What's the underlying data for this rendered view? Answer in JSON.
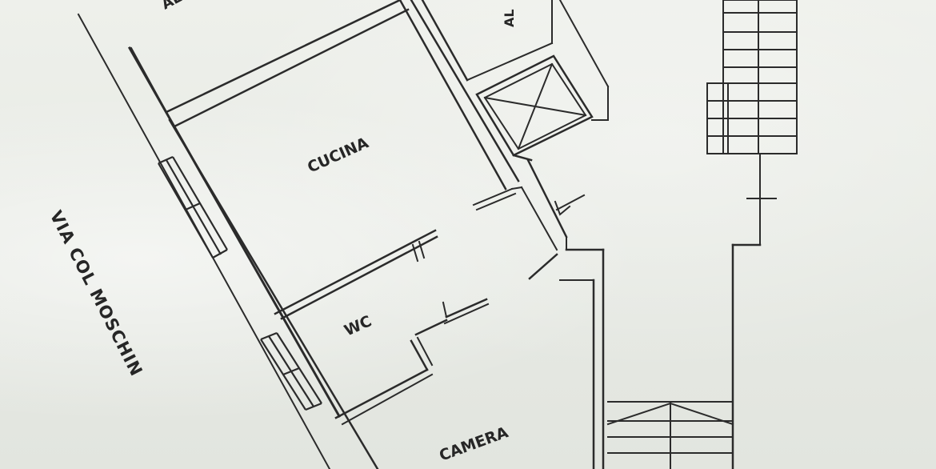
{
  "plan": {
    "street": "VIA COL MOSCHIN",
    "rooms": {
      "top_left_partial": "AL",
      "top_right_partial": "AL",
      "kitchen": "CUCINA",
      "wc": "WC",
      "bedroom": "CAMERA"
    }
  },
  "colors": {
    "paper": "#e9ebe6",
    "ink": "#2b2b2b"
  }
}
